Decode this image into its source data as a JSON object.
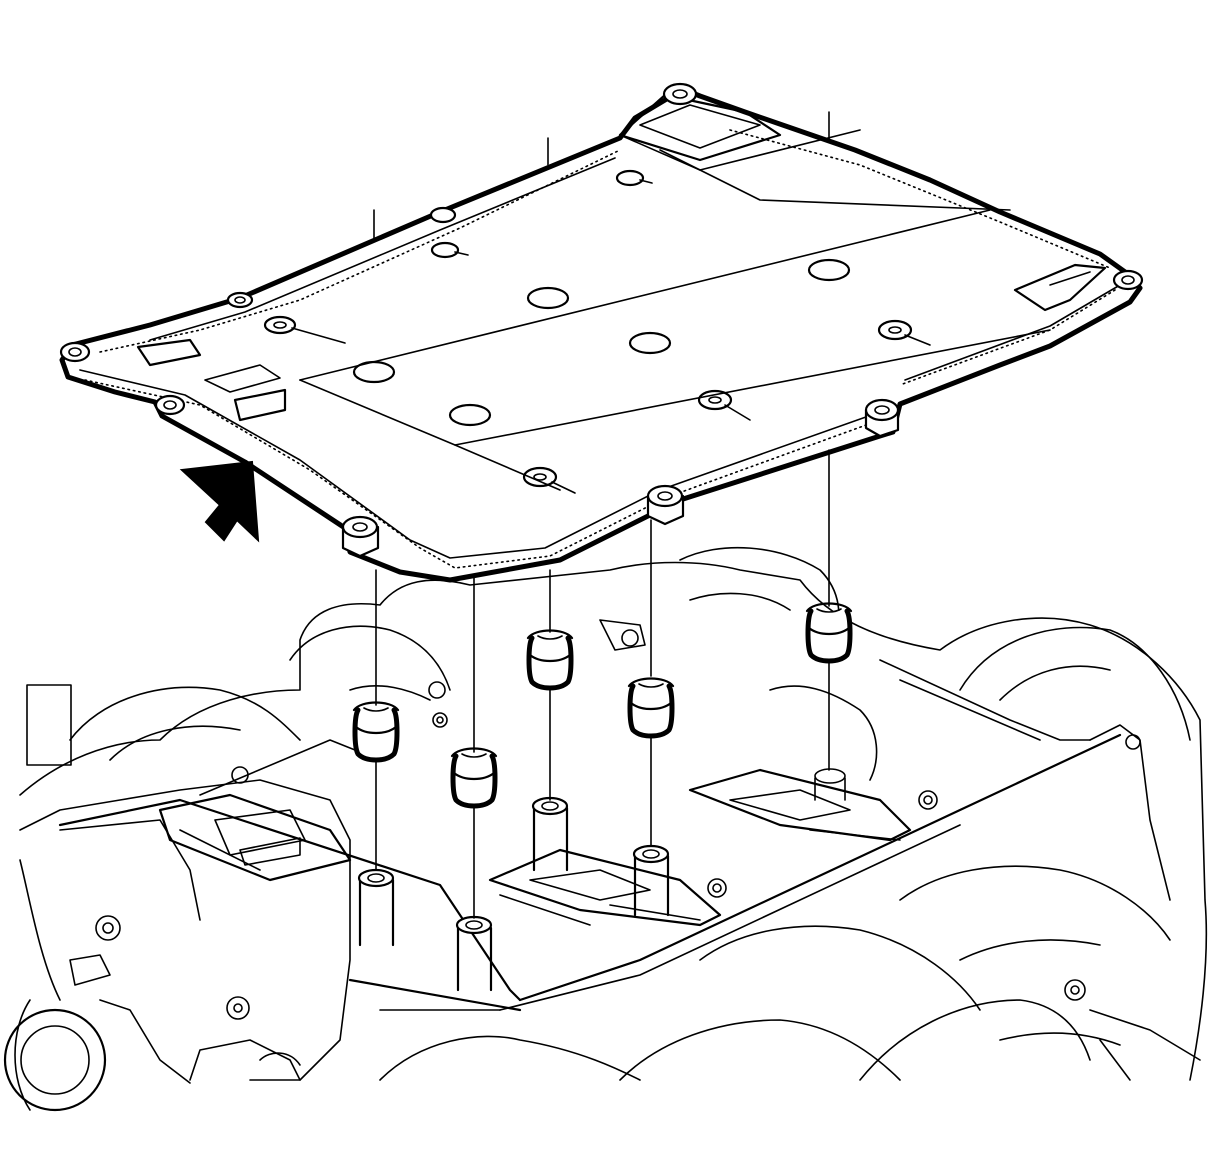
{
  "figure": {
    "background": "#ffffff",
    "ink": "#000000",
    "components": [
      "cover",
      "cover-bolt",
      "bolt-grommet",
      "mounting-stud",
      "direction-arrow",
      "intake-manifold"
    ]
  }
}
